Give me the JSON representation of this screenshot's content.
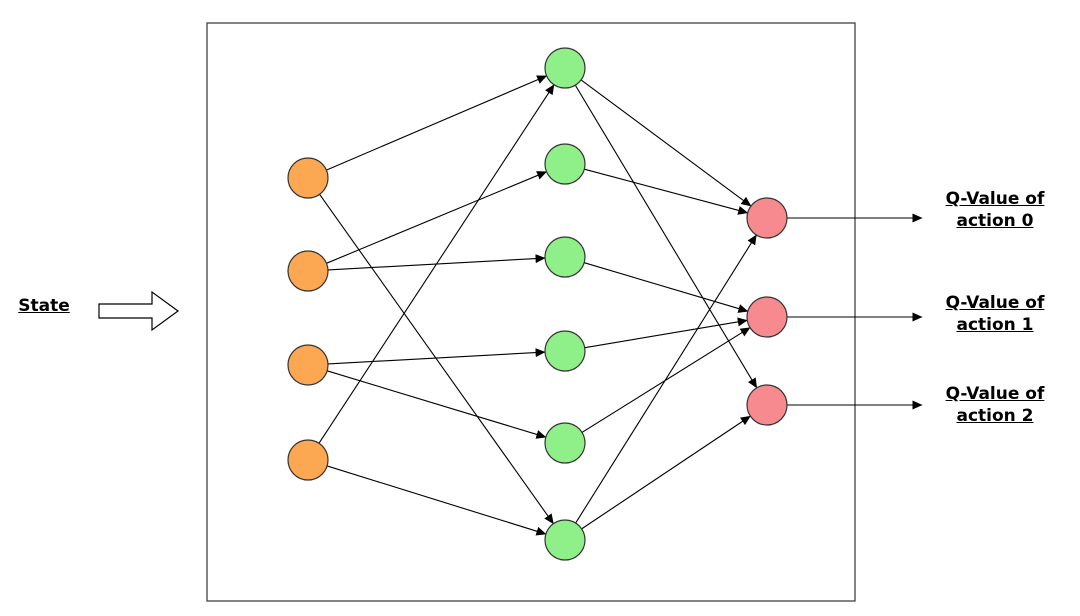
{
  "input_label": "State",
  "outputs": [
    {
      "line1": "Q-Value of",
      "line2": "action 0"
    },
    {
      "line1": "Q-Value of",
      "line2": "action 1"
    },
    {
      "line1": "Q-Value of",
      "line2": "action 2"
    }
  ],
  "network": {
    "layers": [
      {
        "role": "input",
        "count": 4,
        "color": "#fca853"
      },
      {
        "role": "hidden",
        "count": 6,
        "color": "#8ff08a"
      },
      {
        "role": "output",
        "count": 3,
        "color": "#f68a8f"
      }
    ],
    "connections": [
      {
        "from": [
          0,
          0
        ],
        "to": [
          1,
          0
        ]
      },
      {
        "from": [
          0,
          0
        ],
        "to": [
          1,
          5
        ]
      },
      {
        "from": [
          0,
          1
        ],
        "to": [
          1,
          1
        ]
      },
      {
        "from": [
          0,
          1
        ],
        "to": [
          1,
          2
        ]
      },
      {
        "from": [
          0,
          2
        ],
        "to": [
          1,
          3
        ]
      },
      {
        "from": [
          0,
          2
        ],
        "to": [
          1,
          4
        ]
      },
      {
        "from": [
          0,
          3
        ],
        "to": [
          1,
          0
        ]
      },
      {
        "from": [
          0,
          3
        ],
        "to": [
          1,
          5
        ]
      },
      {
        "from": [
          1,
          0
        ],
        "to": [
          2,
          0
        ]
      },
      {
        "from": [
          1,
          0
        ],
        "to": [
          2,
          2
        ]
      },
      {
        "from": [
          1,
          1
        ],
        "to": [
          2,
          0
        ]
      },
      {
        "from": [
          1,
          2
        ],
        "to": [
          2,
          1
        ]
      },
      {
        "from": [
          1,
          3
        ],
        "to": [
          2,
          1
        ]
      },
      {
        "from": [
          1,
          4
        ],
        "to": [
          2,
          1
        ]
      },
      {
        "from": [
          1,
          5
        ],
        "to": [
          2,
          0
        ]
      },
      {
        "from": [
          1,
          5
        ],
        "to": [
          2,
          2
        ]
      }
    ]
  }
}
